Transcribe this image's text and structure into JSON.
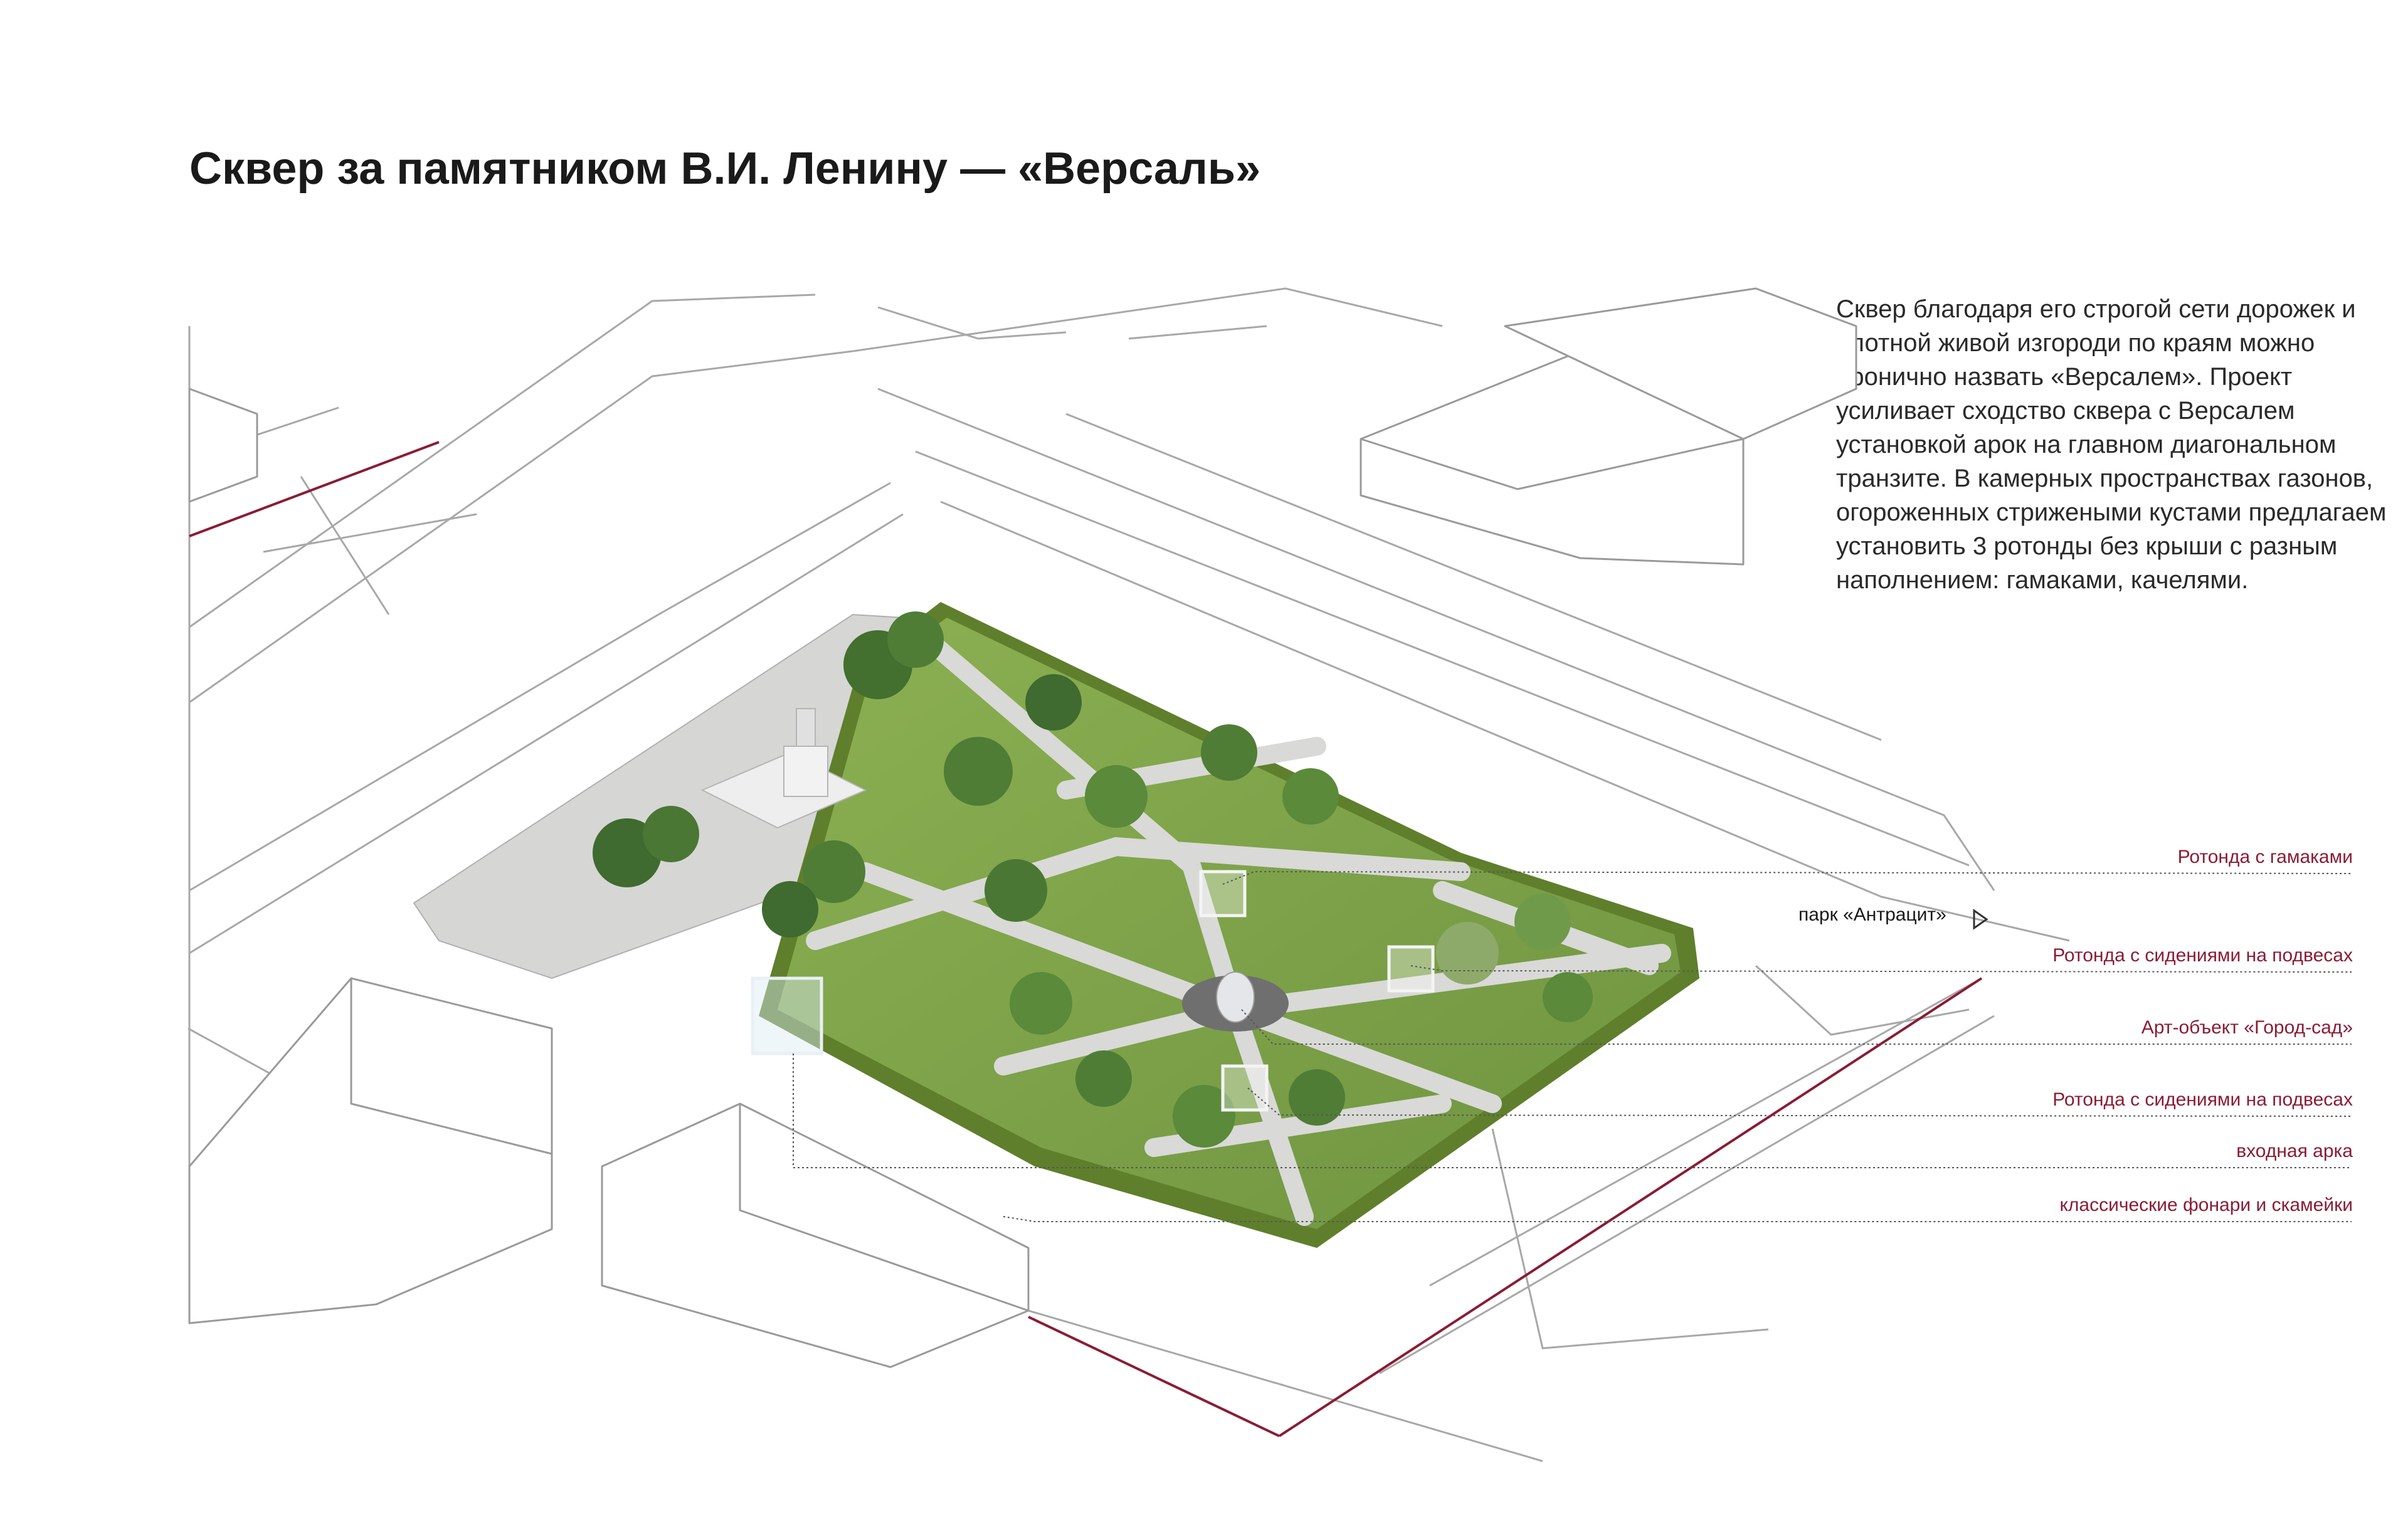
{
  "title": "Сквер за памятником В.И. Ленину — «Версаль»",
  "description": "Сквер благодаря его строгой сети дорожек и плотной живой изгороди по краям можно иронично назвать «Версалем». Проект усиливает сходство сквера с Версалем установкой арок на главном диагональном транзите. В камерных пространствах газонов, огороженных стрижеными кустами предлагаем установить 3 ротонды без крыши с разным наполнением: гамаками, качелями.",
  "park_label": "парк «Антрацит»",
  "callouts": [
    {
      "text": "Ротонда с гамаками"
    },
    {
      "text": "Ротонда с сидениями на подвесах"
    },
    {
      "text": "Арт-объект  «Город-сад»"
    },
    {
      "text": "Ротонда с сидениями на подвесах"
    },
    {
      "text": "входная арка"
    },
    {
      "text": "классические фонари и скамейки"
    }
  ],
  "colors": {
    "accent": "#8a1c36",
    "lawn": "#7fa248",
    "hedge": "#5f7f2c",
    "path": "#d9d9d7",
    "tree": "#4f7d36",
    "line": "#9a9a9a"
  }
}
